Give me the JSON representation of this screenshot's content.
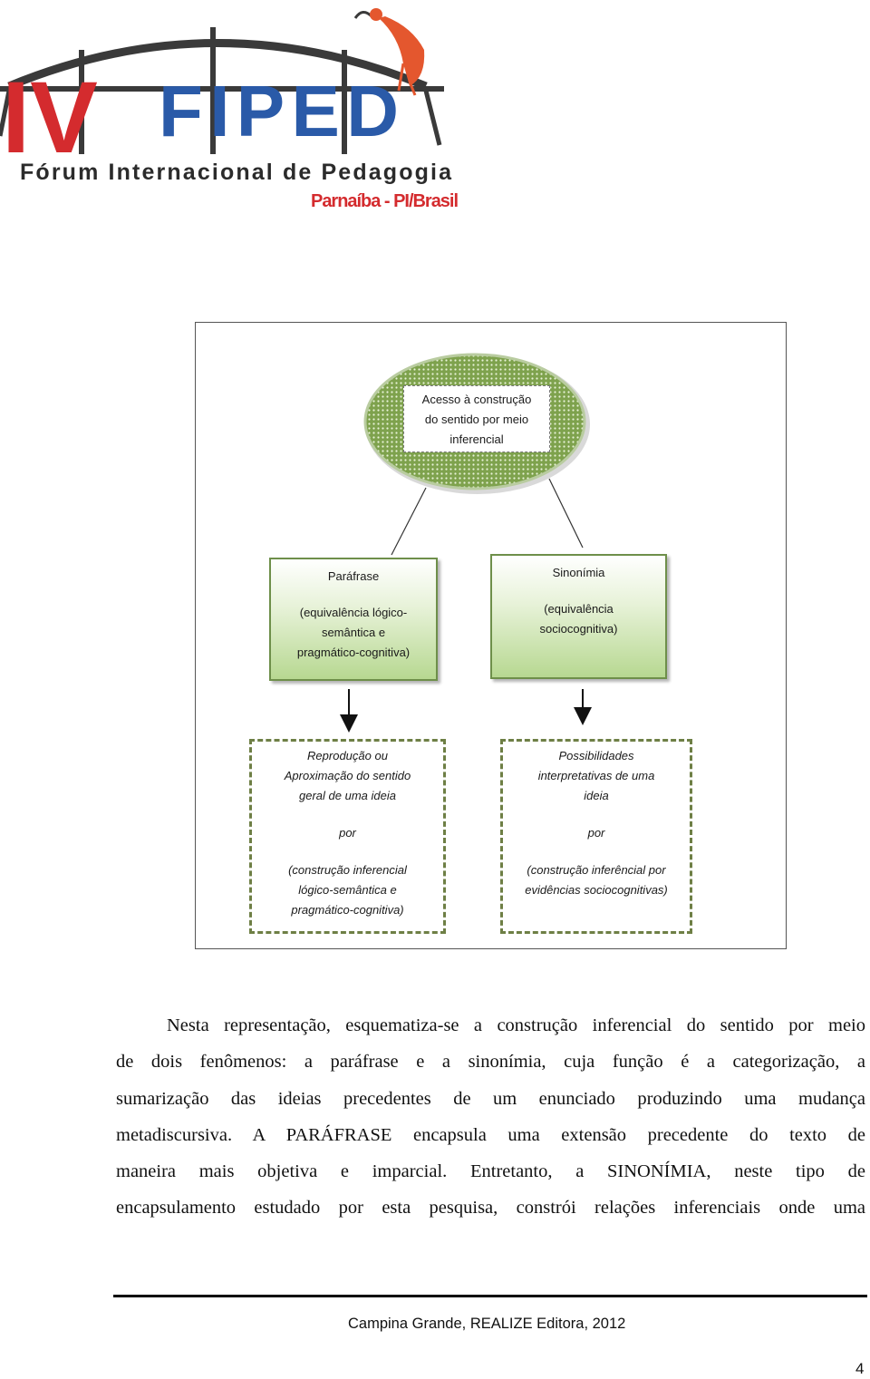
{
  "logo": {
    "numeral": "IV",
    "acronym": "FIPED",
    "subtitle": "Fórum Internacional de Pedagogia",
    "location": "Parnaíba - PI/Brasil",
    "colors": {
      "red": "#d42b2e",
      "blue": "#2a5aa8",
      "dark": "#3a3a3a",
      "ibis": "#e4572e"
    }
  },
  "diagram": {
    "top": {
      "lines": [
        "Acesso à construção",
        "do sentido por meio",
        "inferencial"
      ]
    },
    "parafrase": {
      "title": "Paráfrase",
      "lines": [
        "(equivalência lógico-",
        "semântica e",
        "pragmático-cognitiva)"
      ]
    },
    "sinonimia": {
      "title": "Sinonímia",
      "lines": [
        "(equivalência",
        "sociocognitiva)"
      ]
    },
    "reproducao": {
      "lines": [
        "Reprodução ou",
        "Aproximação do sentido",
        "geral de uma ideia"
      ],
      "por": "por",
      "detail": [
        "(construção inferencial",
        "lógico-semântica e",
        "pragmático-cognitiva)"
      ]
    },
    "possibilidades": {
      "lines": [
        "Possibilidades",
        "interpretativas de uma",
        "ideia"
      ],
      "por": "por",
      "detail": [
        "(construção inferêncial por",
        "evidências sociocognitivas)"
      ]
    },
    "colors": {
      "ellipse_fill": "#8fb05f",
      "box_border": "#6e8f4a",
      "dash_border": "#6e7f45"
    }
  },
  "body": {
    "lines": [
      "Nesta representação, esquematiza-se a construção inferencial do sentido por meio",
      "de dois fenômenos: a paráfrase e a sinonímia, cuja função é a categorização, a",
      "sumarização das ideias precedentes de um enunciado produzindo uma mudança",
      "metadiscursiva. A PARÁFRASE encapsula uma extensão precedente do texto de",
      "maneira mais objetiva e imparcial. Entretanto, a SINONÍMIA, neste tipo de",
      "encapsulamento estudado por esta pesquisa, constrói relações inferenciais onde uma"
    ]
  },
  "footer": {
    "text": "Campina Grande, REALIZE Editora, 2012",
    "page_number": "4"
  }
}
